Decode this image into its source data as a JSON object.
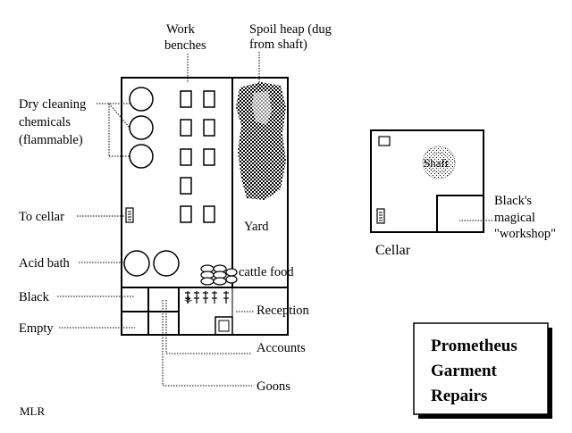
{
  "labels": {
    "work_benches": [
      "Work",
      "benches"
    ],
    "spoil_heap": [
      "Spoil heap (dug",
      "from shaft)"
    ],
    "dry_cleaning": [
      "Dry cleaning",
      "chemicals",
      "(flammable)"
    ],
    "to_cellar": "To cellar",
    "acid_bath": "Acid bath",
    "black": "Black",
    "empty": "Empty",
    "yard": "Yard",
    "cattle_food": "cattle food",
    "reception": "Reception",
    "accounts": "Accounts",
    "goons": "Goons",
    "shaft": "Shaft",
    "blacks_workshop": [
      "Black's",
      "magical",
      "\"workshop\""
    ],
    "cellar": "Cellar",
    "signature": "MLR"
  },
  "title_box": {
    "lines": [
      "Prometheus",
      "Garment",
      "Repairs"
    ]
  }
}
